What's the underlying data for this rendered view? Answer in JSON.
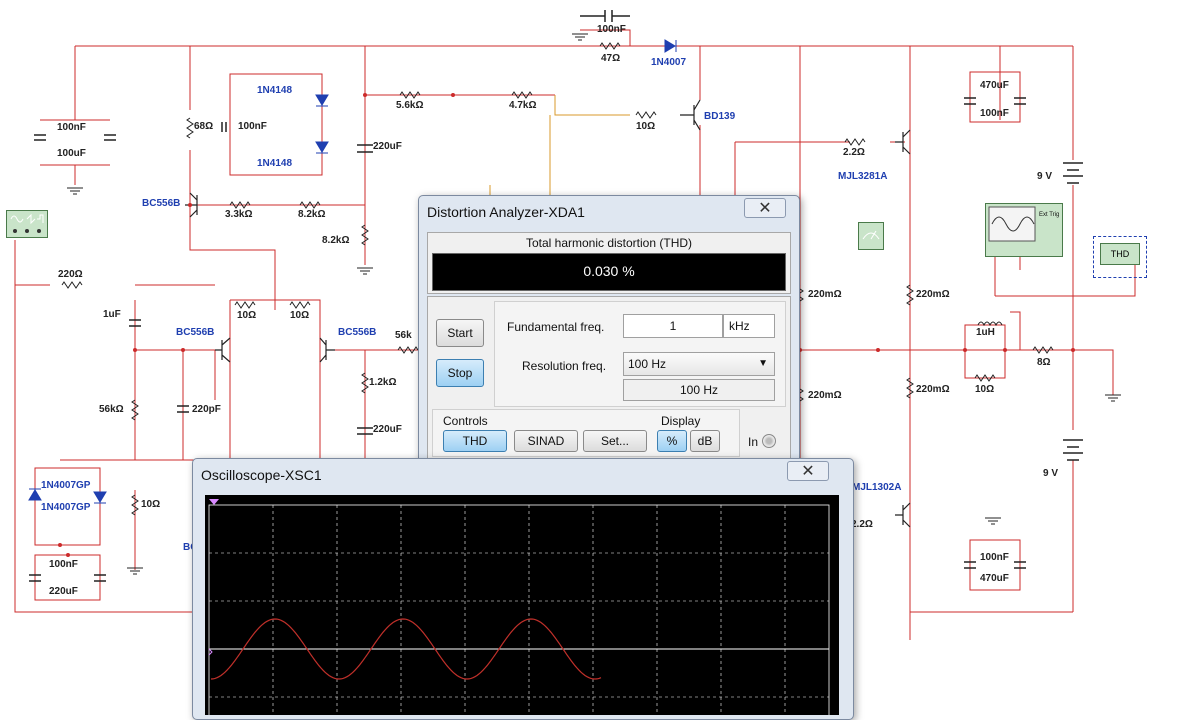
{
  "schematic": {
    "component_labels": [
      "100nF",
      "47Ω",
      "1N4007",
      "1N4148",
      "1N4148",
      "68Ω",
      "100nF",
      "100nF",
      "100uF",
      "5.6kΩ",
      "4.7kΩ",
      "10Ω",
      "BD139",
      "220uF",
      "470uF",
      "100nF",
      "2.2Ω",
      "MJL3281A",
      "BC556B",
      "3.3kΩ",
      "8.2kΩ",
      "8.2kΩ",
      "220Ω",
      "1uF",
      "BC556B",
      "10Ω",
      "10Ω",
      "BC556B",
      "56k",
      "1.2kΩ",
      "220pF",
      "56kΩ",
      "220uF",
      "220mΩ",
      "220mΩ",
      "220mΩ",
      "220mΩ",
      "1uH",
      "10Ω",
      "8Ω",
      "9 V",
      "9 V",
      "1N4007GP",
      "1N4007GP",
      "10Ω",
      "100nF",
      "220uF",
      "MJL1302A",
      "2.2Ω",
      "100nF",
      "470uF",
      "BC"
    ]
  },
  "distortion_analyzer": {
    "title": "Distortion Analyzer-XDA1",
    "close_label": "✕",
    "section_label": "Total harmonic distortion (THD)",
    "reading": "0.030 %",
    "start_label": "Start",
    "stop_label": "Stop",
    "fundamental_label": "Fundamental freq.",
    "fundamental_value": "1",
    "fundamental_unit": "kHz",
    "resolution_label": "Resolution freq.",
    "resolution_selected": "100 Hz",
    "resolution_readout": "100 Hz",
    "controls_label": "Controls",
    "display_label": "Display",
    "thd_label": "THD",
    "sinad_label": "SINAD",
    "set_label": "Set...",
    "percent_label": "%",
    "db_label": "dB",
    "in_label": "In"
  },
  "oscilloscope": {
    "title": "Oscilloscope-XSC1",
    "close_label": "✕",
    "trace_color": "#c0302a"
  },
  "instruments": {
    "thd_meter_label": "THD"
  },
  "colors": {
    "wire": "#cc2b2b",
    "wire_orange": "#d99a2b",
    "component_blue": "#1f3fb0",
    "active_button": "#9dd0f3",
    "screen_bg": "#000000",
    "reading_text": "#ffffff"
  }
}
